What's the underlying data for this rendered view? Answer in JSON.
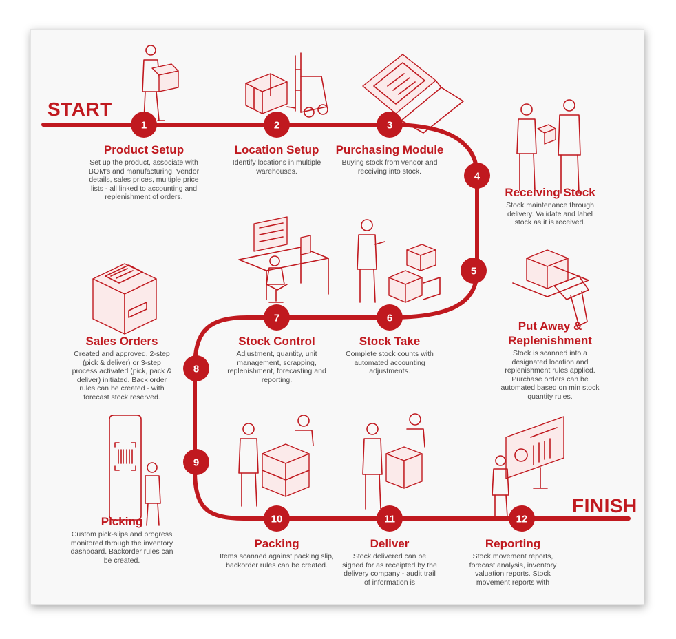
{
  "start_label": "START",
  "finish_label": "FINISH",
  "colors": {
    "accent": "#c0191f",
    "text": "#4a4a4a",
    "background": "#f8f8f8"
  },
  "steps": [
    {
      "number": "1",
      "title": "Product Setup",
      "description": "Set up the product, associate with BOM's and manufacturing. Vendor details, sales prices, multiple price lists - all linked to accounting and replenishment of orders.",
      "icon": "worker-carrying-box-icon"
    },
    {
      "number": "2",
      "title": "Location Setup",
      "description": "Identify locations in multiple warehouses.",
      "icon": "forklift-pallet-icon"
    },
    {
      "number": "3",
      "title": "Purchasing Module",
      "description": "Buying stock from vendor and receiving into stock.",
      "icon": "handheld-terminal-icon"
    },
    {
      "number": "4",
      "title": "Receiving Stock",
      "description": "Stock maintenance through delivery. Validate and label stock as it is received.",
      "icon": "delivery-handover-icon"
    },
    {
      "number": "5",
      "title": "Put Away & Replenishment",
      "description": "Stock is scanned into a designated location and replenishment rules applied. Purchase orders can be automated based on min stock quantity rules.",
      "icon": "barcode-scanner-box-icon"
    },
    {
      "number": "6",
      "title": "Stock Take",
      "description": "Complete stock counts with automated accounting adjustments.",
      "icon": "worker-counting-boxes-icon"
    },
    {
      "number": "7",
      "title": "Stock Control",
      "description": "Adjustment, quantity, unit management, scrapping, replenishment, forecasting and reporting.",
      "icon": "computer-workstation-icon"
    },
    {
      "number": "8",
      "title": "Sales Orders",
      "description": "Created and approved, 2-step (pick & deliver) or 3-step process activated (pick, pack & deliver) initiated. Back order rules can be created - with forecast stock reserved.",
      "icon": "order-box-icon"
    },
    {
      "number": "9",
      "title": "Picking",
      "description": "Custom pick-slips and progress monitored through the inventory dashboard. Backorder rules can be created.",
      "icon": "barcode-phone-icon"
    },
    {
      "number": "10",
      "title": "Packing",
      "description": "Items scanned against packing slip, backorder rules can be created.",
      "icon": "workers-packing-pallet-icon"
    },
    {
      "number": "11",
      "title": "Deliver",
      "description": "Stock delivered can be signed for as receipted by the delivery company - audit trail of information is",
      "icon": "delivery-sign-off-icon"
    },
    {
      "number": "12",
      "title": "Reporting",
      "description": "Stock movement reports, forecast analysis, inventory valuation reports. Stock movement reports with",
      "icon": "dashboard-presenter-icon"
    }
  ]
}
